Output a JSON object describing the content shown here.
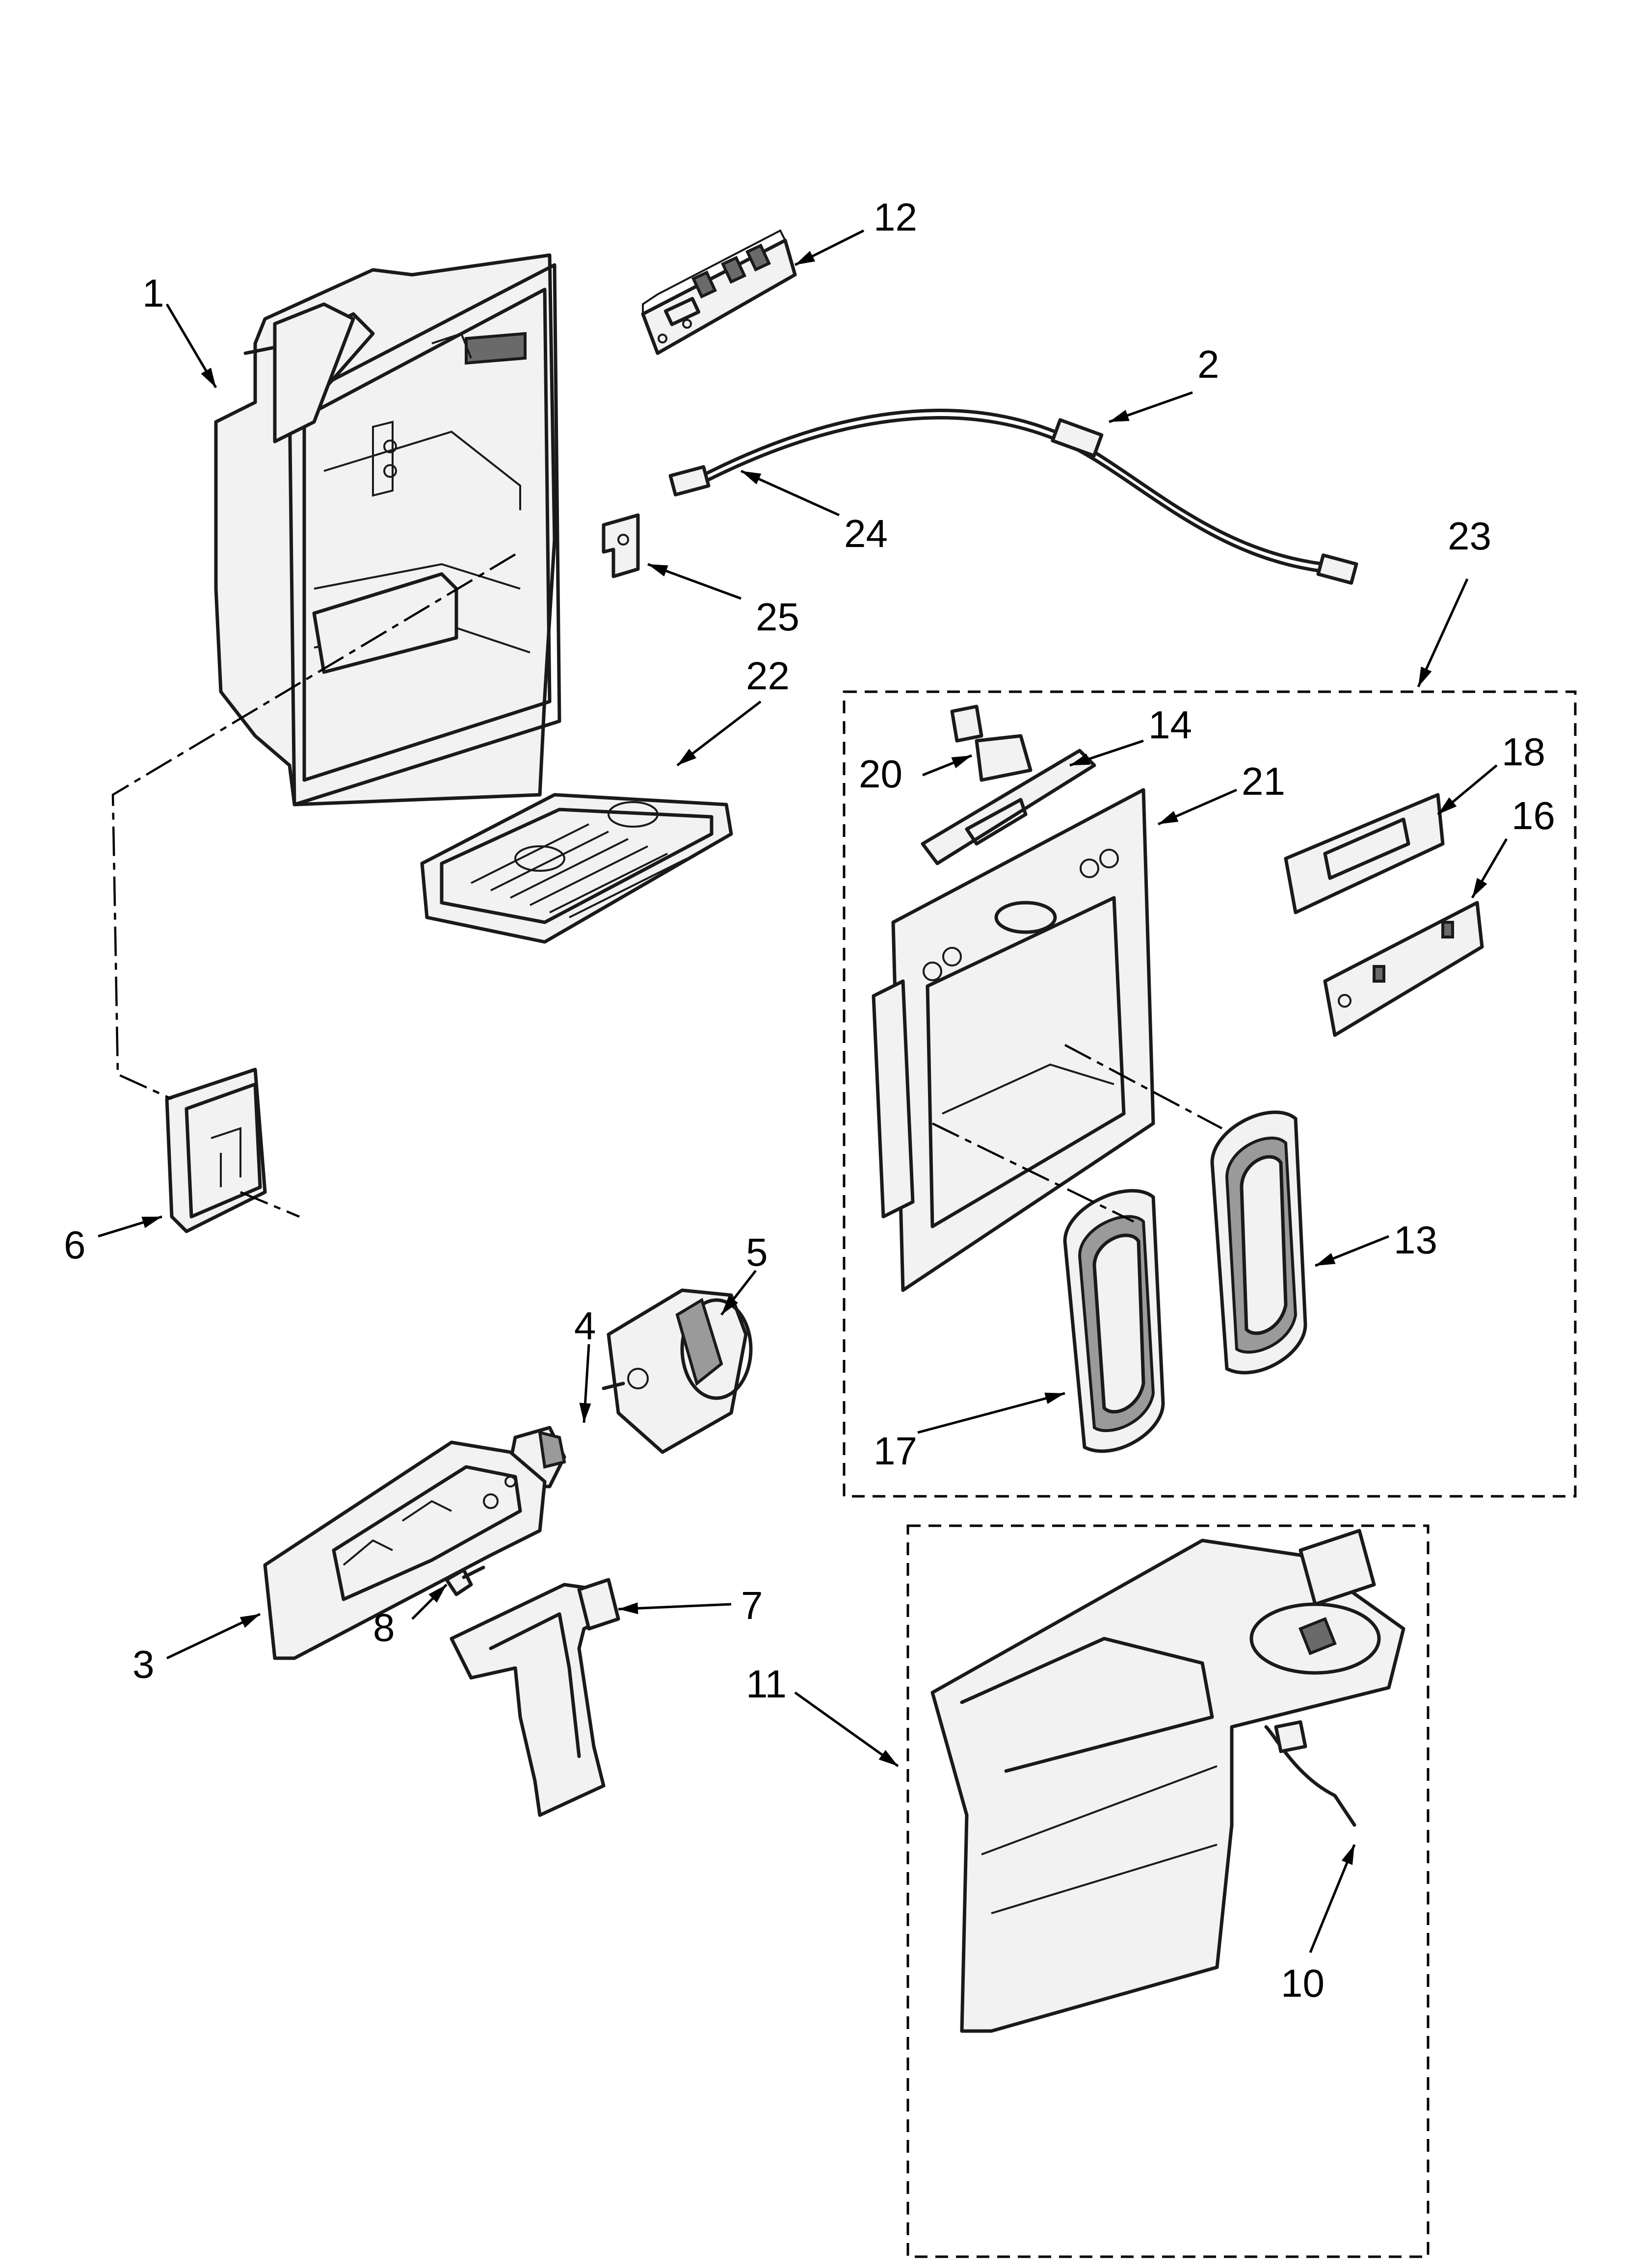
{
  "callouts": {
    "c1": "1",
    "c2": "2",
    "c3": "3",
    "c4": "4",
    "c5": "5",
    "c6": "6",
    "c7": "7",
    "c8": "8",
    "c10": "10",
    "c11": "11",
    "c12": "12",
    "c13": "13",
    "c14": "14",
    "c16": "16",
    "c17": "17",
    "c18": "18",
    "c20": "20",
    "c21": "21",
    "c22": "22",
    "c23": "23",
    "c24": "24",
    "c25": "25"
  }
}
